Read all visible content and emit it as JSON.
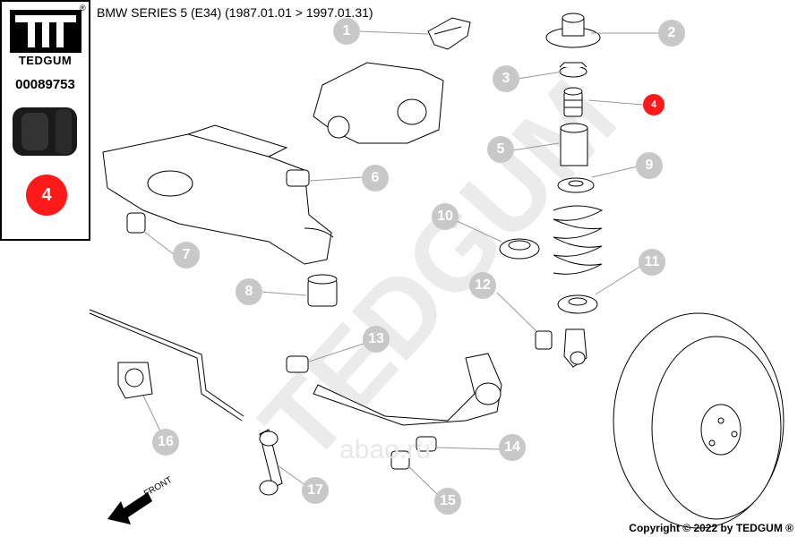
{
  "header": {
    "brand_name": "TEDGUM",
    "brand_mark": "®",
    "part_number": "00089753",
    "selected_position": "4",
    "title": "BMW SERIES 5 (E34)  (1987.01.01 > 1997.01.31)"
  },
  "watermark": {
    "text": "TEDGUM"
  },
  "footer": {
    "copyright": "Copyright © 2022 by TEDGUM ®"
  },
  "front_label": "FRONT",
  "site_watermark": "abao.ru",
  "callouts": [
    {
      "id": "1",
      "label": "1"
    },
    {
      "id": "2",
      "label": "2"
    },
    {
      "id": "3",
      "label": "3"
    },
    {
      "id": "4",
      "label": "4",
      "selected": true
    },
    {
      "id": "5",
      "label": "5"
    },
    {
      "id": "6",
      "label": "6"
    },
    {
      "id": "7",
      "label": "7"
    },
    {
      "id": "8",
      "label": "8"
    },
    {
      "id": "9",
      "label": "9"
    },
    {
      "id": "10",
      "label": "10"
    },
    {
      "id": "11",
      "label": "11"
    },
    {
      "id": "12",
      "label": "12"
    },
    {
      "id": "13",
      "label": "13"
    },
    {
      "id": "14",
      "label": "14"
    },
    {
      "id": "15",
      "label": "15"
    },
    {
      "id": "16",
      "label": "16"
    },
    {
      "id": "17",
      "label": "17"
    }
  ],
  "colors": {
    "callout": "#c8c8c8",
    "selected": "#ff1a1a",
    "watermark": "#ececec",
    "line": "#000000"
  }
}
